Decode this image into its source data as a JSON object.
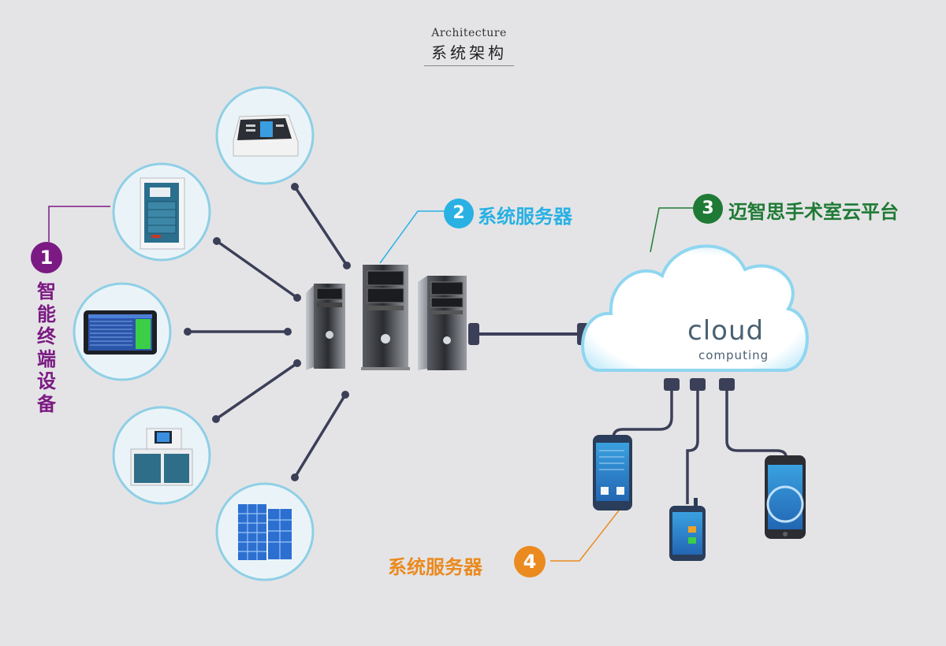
{
  "header": {
    "title_en": "Architecture",
    "title_zh": "系统架构"
  },
  "nodes": {
    "terminals": {
      "badge": "1",
      "label": "智能终端设备",
      "color": "#7b1a83"
    },
    "server": {
      "badge": "2",
      "label": "系统服务器",
      "color": "#29b1e3"
    },
    "cloud": {
      "badge": "3",
      "label": "迈智思手术室云平台",
      "color": "#1f7a35"
    },
    "mobile": {
      "badge": "4",
      "label": "系统服务器",
      "color": "#ea8a1f"
    }
  },
  "cloud_text": {
    "line1": "cloud",
    "line2": "computing"
  },
  "devices": [
    {
      "icon": "face-recognition-terminal-icon"
    },
    {
      "icon": "cabinet-terminal-icon"
    },
    {
      "icon": "tablet-dashboard-icon"
    },
    {
      "icon": "dispenser-machine-icon"
    },
    {
      "icon": "locker-cabinet-icon"
    }
  ],
  "colors": {
    "background": "#e4e4e6",
    "circle_border": "#8fcfe6",
    "connector": "#3c3f58",
    "cloud_fill": "#ffffff",
    "cloud_glow": "#8fd6f0"
  }
}
